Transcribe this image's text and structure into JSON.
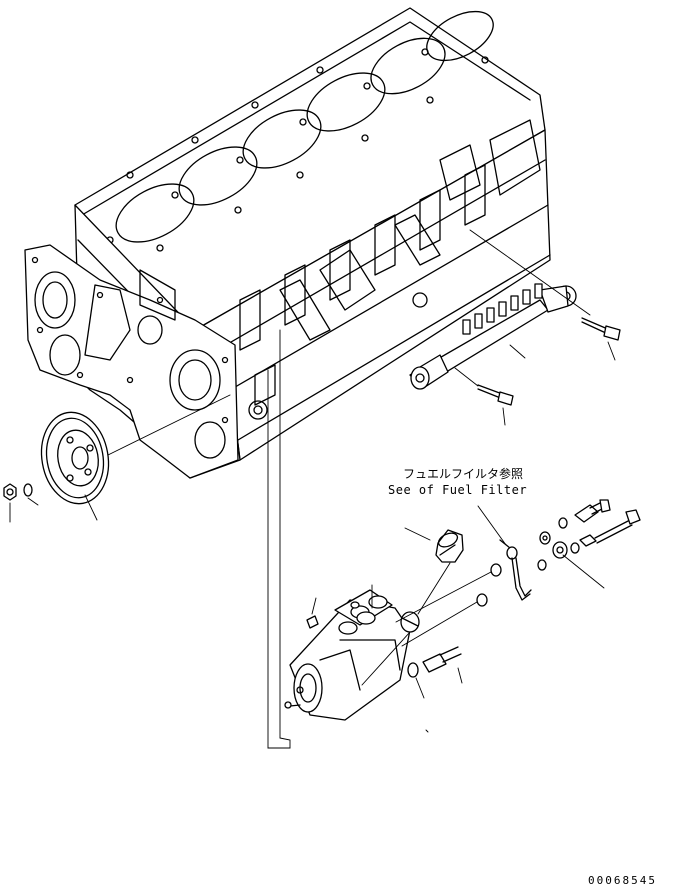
{
  "diagram": {
    "annotation": {
      "line1": "フュエルフイルタ参照",
      "line2": "See of Fuel Filter"
    },
    "drawing_code": "00068545"
  }
}
